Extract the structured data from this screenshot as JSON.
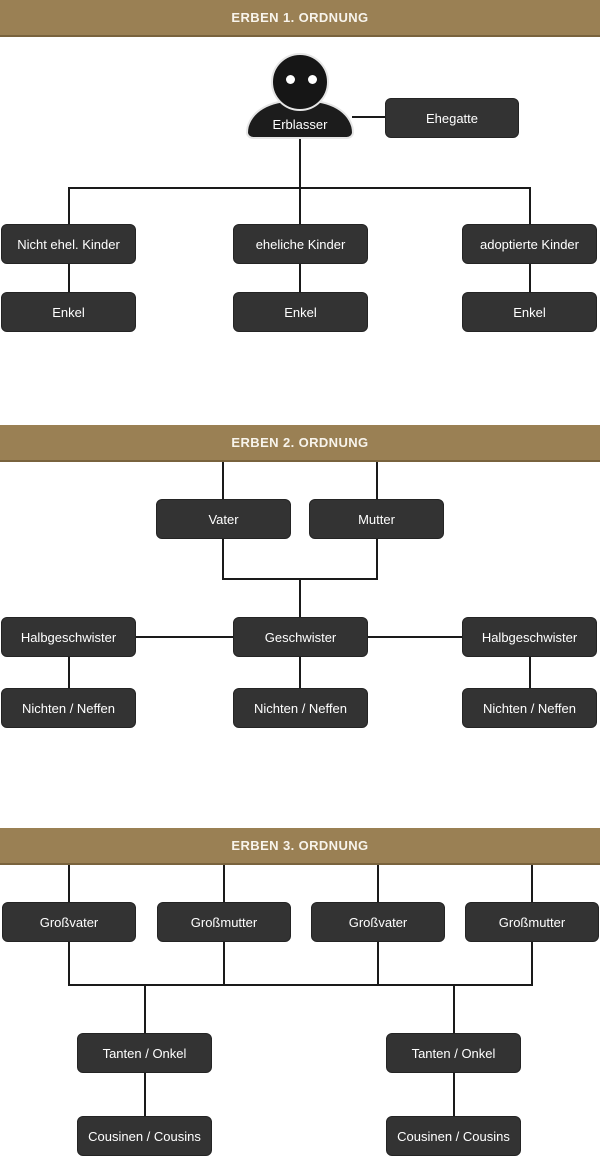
{
  "colors": {
    "bar_bg": "#9a8054",
    "bar_text": "#f8f4ec",
    "box_bg": "#333333",
    "box_text": "#ffffff",
    "line": "#1a1a1a",
    "page_bg": "#ffffff"
  },
  "sections": [
    {
      "header": "ERBEN 1. ORDNUNG",
      "erblasser_label": "Erblasser",
      "spouse": "Ehegatte",
      "children": [
        "Nicht ehel. Kinder",
        "eheliche Kinder",
        "adoptierte Kinder"
      ],
      "grandchildren": [
        "Enkel",
        "Enkel",
        "Enkel"
      ]
    },
    {
      "header": "ERBEN 2. ORDNUNG",
      "parents": [
        "Vater",
        "Mutter"
      ],
      "siblings": [
        "Halbgeschwister",
        "Geschwister",
        "Halbgeschwister"
      ],
      "nieces_nephews": [
        "Nichten / Neffen",
        "Nichten / Neffen",
        "Nichten / Neffen"
      ]
    },
    {
      "header": "ERBEN 3. ORDNUNG",
      "grandparents": [
        "Großvater",
        "Großmutter",
        "Großvater",
        "Großmutter"
      ],
      "aunts_uncles": [
        "Tanten / Onkel",
        "Tanten / Onkel"
      ],
      "cousins": [
        "Cousinen / Cousins",
        "Cousinen / Cousins"
      ]
    }
  ]
}
